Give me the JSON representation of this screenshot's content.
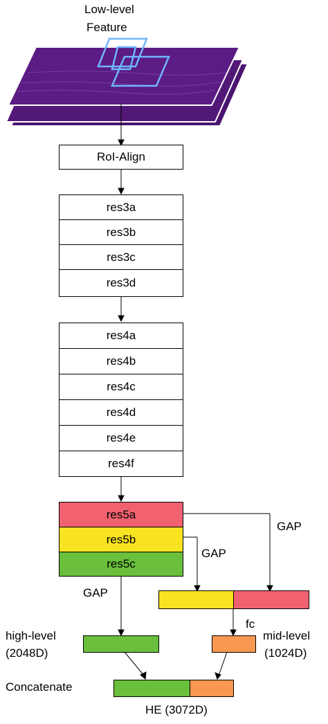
{
  "input": {
    "title_line1": "Low-level",
    "title_line2": "Feature"
  },
  "roi_align": "RoI-Align",
  "res3": [
    "res3a",
    "res3b",
    "res3c",
    "res3d"
  ],
  "res4": [
    "res4a",
    "res4b",
    "res4c",
    "res4d",
    "res4e",
    "res4f"
  ],
  "res5": [
    {
      "label": "res5a",
      "color": "#f2616f"
    },
    {
      "label": "res5b",
      "color": "#f7e320"
    },
    {
      "label": "res5c",
      "color": "#6abf3c"
    }
  ],
  "labels": {
    "gap_top": "GAP",
    "gap_mid": "GAP",
    "gap_left": "GAP",
    "fc": "fc",
    "high_level_1": "high-level",
    "high_level_2": "(2048D)",
    "mid_level_1": "mid-level",
    "mid_level_2": "(1024D)",
    "concatenate": "Concatenate",
    "he": "HE (3072D)"
  },
  "colors": {
    "feature_map": "#5b1c84",
    "roi_box": "#6fb6ff",
    "yellow": "#f7e320",
    "pink": "#f2616f",
    "green": "#6abf3c",
    "orange": "#f99850"
  }
}
